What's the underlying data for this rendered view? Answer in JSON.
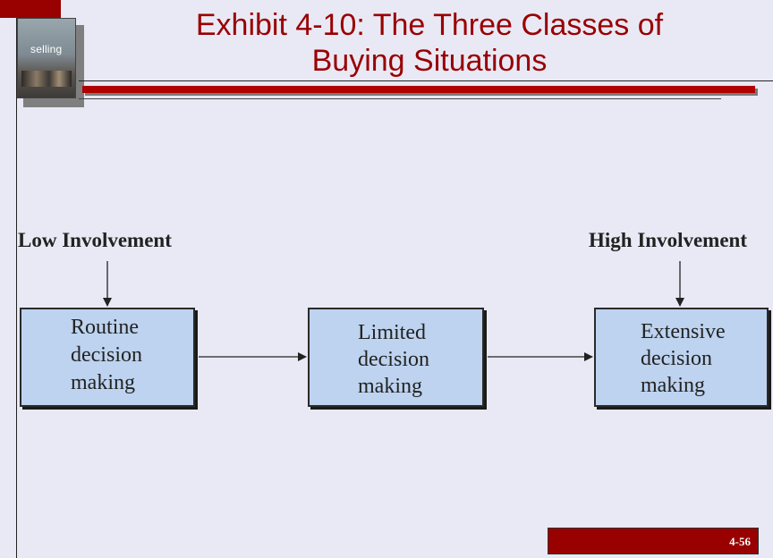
{
  "slide": {
    "title": "Exhibit 4-10: The Three Classes of Buying Situations",
    "title_line1": "Exhibit 4-10: The Three Classes of",
    "title_line2": "Buying Situations",
    "page_number": "4-56",
    "cover_word": "selling"
  },
  "diagram": {
    "low_label": "Low Involvement",
    "high_label": "High Involvement",
    "boxes": [
      {
        "lines": [
          "Routine",
          "decision",
          "making"
        ]
      },
      {
        "lines": [
          "Limited",
          "decision",
          "making"
        ]
      },
      {
        "lines": [
          "Extensive",
          "decision",
          "making"
        ]
      }
    ]
  },
  "colors": {
    "accent": "#990000",
    "box_fill": "#bdd3ef",
    "background": "#e9e9f5"
  }
}
